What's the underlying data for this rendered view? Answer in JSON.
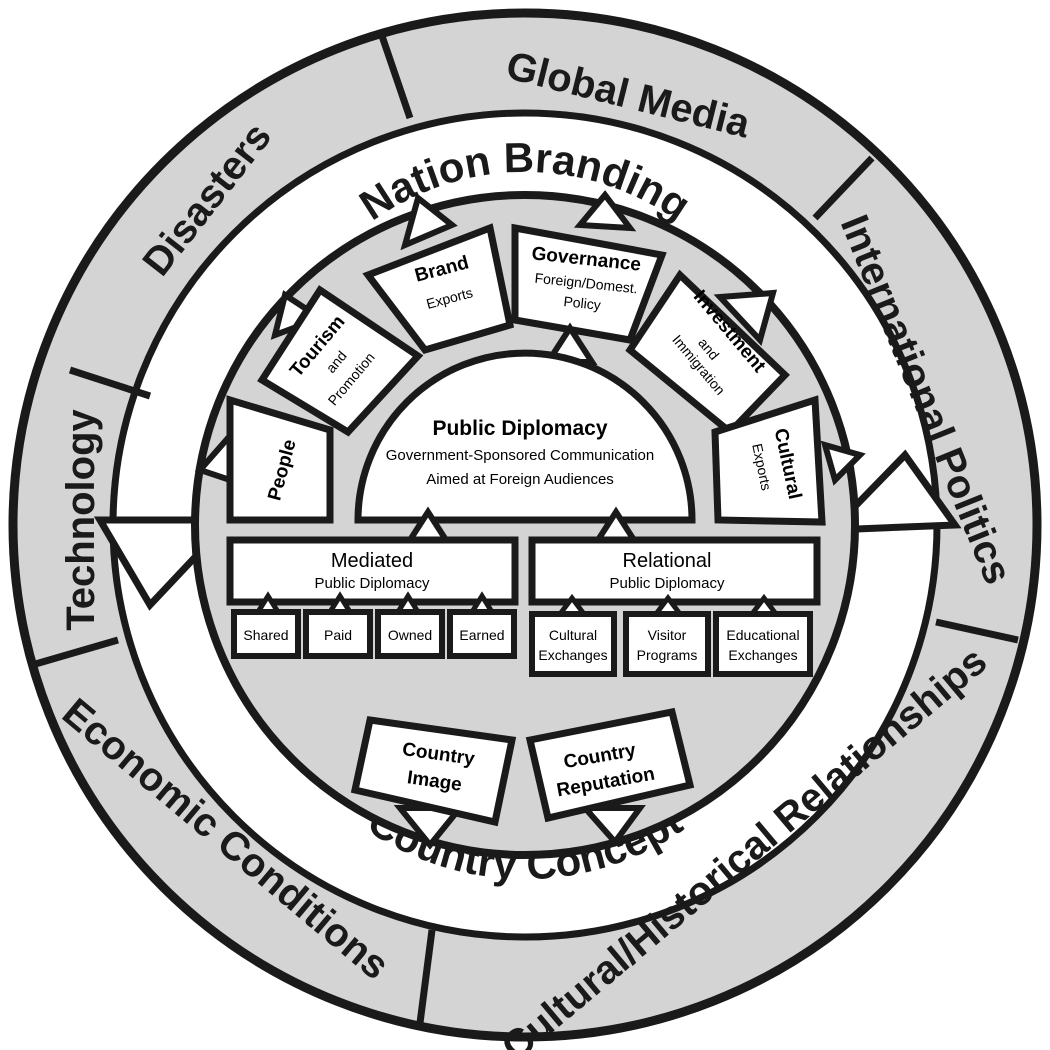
{
  "outer_ring": {
    "global_media": "Global Media",
    "international_politics": "International Politics",
    "cultural_historical": "Cultural/Historical Relationships",
    "economic_conditions": "Economic Conditions",
    "technology": "Technology",
    "disasters": "Disasters"
  },
  "headers": {
    "nation_branding": "Nation Branding",
    "country_concept": "Country Concept"
  },
  "segments": {
    "people": "People",
    "tourism_title": "Tourism",
    "tourism_and": "and",
    "tourism_sub": "Promotion",
    "brand_title": "Brand",
    "brand_sub": "Exports",
    "governance_title": "Governance",
    "governance_sub1": "Foreign/Domest.",
    "governance_sub2": "Policy",
    "investment_title": "Investment",
    "investment_and": "and",
    "investment_sub": "Immigration",
    "cultural_title": "Cultural",
    "cultural_sub": "Exports"
  },
  "public_diplomacy": {
    "title": "Public Diplomacy",
    "line1": "Government-Sponsored Communication",
    "line2": "Aimed at Foreign Audiences"
  },
  "mediated": {
    "title": "Mediated",
    "sub": "Public Diplomacy",
    "items": [
      "Shared",
      "Paid",
      "Owned",
      "Earned"
    ]
  },
  "relational": {
    "title": "Relational",
    "sub": "Public Diplomacy",
    "cultural_l1": "Cultural",
    "cultural_l2": "Exchanges",
    "visitor_l1": "Visitor",
    "visitor_l2": "Programs",
    "educational_l1": "Educational",
    "educational_l2": "Exchanges"
  },
  "country": {
    "image_l1": "Country",
    "image_l2": "Image",
    "reputation_l1": "Country",
    "reputation_l2": "Reputation"
  },
  "colors": {
    "ring_gray": "#d4d4d4",
    "stroke": "#1a1a1a",
    "fill_white": "#ffffff"
  }
}
